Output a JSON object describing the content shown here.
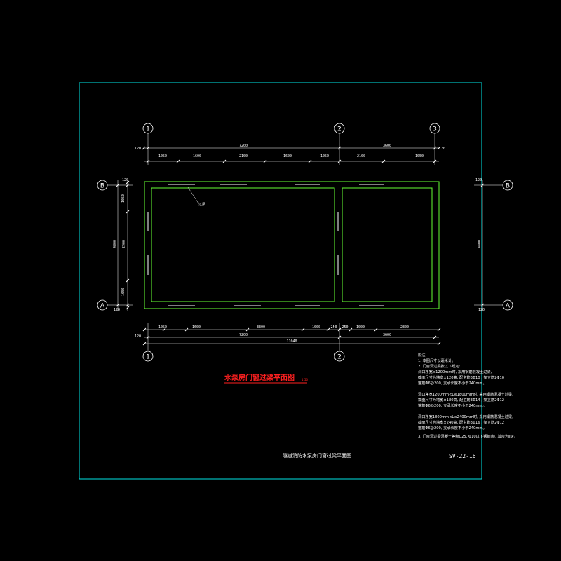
{
  "drawing": {
    "title": "水泵房门窗过梁平面图",
    "title_scale": "1:50",
    "title_block_name": "隧道消防水泵房门窗过梁平面图",
    "drawing_number": "SV-22-16",
    "beam_label": "过梁"
  },
  "colors": {
    "background": "#000000",
    "frame": "#00e5e5",
    "walls": "#66ff33",
    "lintels": "#ffffff",
    "dimensions": "#ffffff",
    "title": "#ff2020"
  },
  "axes": {
    "vertical": [
      "1",
      "2",
      "3"
    ],
    "horizontal": [
      "B",
      "A"
    ]
  },
  "dimensions": {
    "top_total": [
      "120",
      "7200",
      "3600",
      "120"
    ],
    "top_segments": [
      "1050",
      "1600",
      "2100",
      "1600",
      "1050",
      "2100",
      "1050"
    ],
    "bottom_segments": [
      "1050",
      "1600",
      "3300",
      "1000",
      "250",
      "250",
      "1000",
      "2300"
    ],
    "bottom_axis": [
      "120",
      "7200",
      "3600"
    ],
    "bottom_total": "11040",
    "left": [
      "120",
      "1050",
      "4800",
      "2900",
      "1050",
      "120"
    ],
    "right": [
      "120",
      "4800",
      "120"
    ]
  },
  "notes": {
    "heading": "附注:",
    "lines": [
      "1. 本图尺寸以毫米计。",
      "2. 门窗洞过梁按以下规定:",
      "   洞口净宽≤1200mm时, 采用钢筋混凝土过梁,",
      "   截面尺寸为墙宽×120高, 配主筋3Φ10 , 架立筋2Φ10 ,",
      "   箍筋Φ6@200, 支承长度不小于240mm。",
      "   洞口净宽1200mm<L≤1800mm时, 采用钢筋混凝土过梁,",
      "   截面尺寸为墙宽×180高, 配主筋3Φ14 , 架立筋2Φ12 ,",
      "   箍筋Φ6@200, 支承长度不小于240mm。",
      "   洞口净宽1800mm<L≤2400mm时, 采用钢筋混凝土过梁,",
      "   截面尺寸为墙宽×240高, 配主筋3Φ16 , 架立筋2Φ12 ,",
      "   箍筋Φ6@200, 支承长度不小于240mm。",
      "3. 门窗洞过梁混凝土等级C25, Φ10以下钢筋Ⅰ级, 其余为Ⅱ级。"
    ]
  }
}
